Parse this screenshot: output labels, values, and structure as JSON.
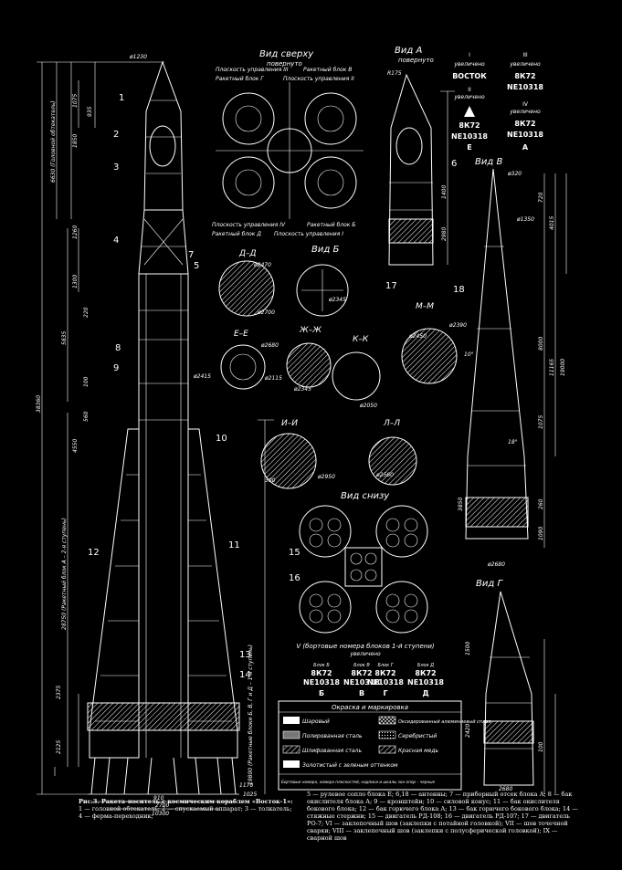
{
  "views": {
    "top": {
      "title": "Вид сверху",
      "sub": "повернуто"
    },
    "a": {
      "title": "Вид А",
      "sub": "повернуто"
    },
    "b": "Вид Б",
    "v": "Вид В",
    "g": "Вид Г",
    "bottom": "Вид снизу"
  },
  "planes": {
    "p3": "Плоскость управления III",
    "blockV": "Ракетный блок В",
    "blockG": "Ракетный блок Г",
    "p2": "Плоскость управления II",
    "p4": "Плоскость управления IV",
    "blockB": "Ракетный блок Б",
    "blockD": "Ракетный блок Д",
    "p1": "Плоскость управления I"
  },
  "sections": {
    "dd": "Д–Д",
    "ee": "Е–Е",
    "zhzh": "Ж–Ж",
    "kk": "К–К",
    "mm": "М–М",
    "ii": "И–И",
    "ll": "Л–Л"
  },
  "marks_top": {
    "m1": {
      "head": "I",
      "sub": "увеличено",
      "text": "ВОСТОК"
    },
    "m2": {
      "head": "II",
      "sub": "увеличено",
      "l1": "8К72",
      "l2": "NE10318",
      "l3": "Е"
    },
    "m3": {
      "head": "III",
      "sub": "увеличено",
      "l1": "8К72",
      "l2": "NE10318"
    },
    "m4": {
      "head": "IV",
      "sub": "увеличено",
      "l1": "8К72",
      "l2": "NE10318",
      "l3": "А"
    }
  },
  "bottom_marks": {
    "caption": "V (бортовые номера блоков 1-й ступени)",
    "sub": "увеличено",
    "blocks": [
      {
        "label": "Блок Б",
        "code": "8К72",
        "num": "NE10318",
        "letter": "Б"
      },
      {
        "label": "Блок В",
        "code": "8К72",
        "num": "NE10318",
        "letter": "В"
      },
      {
        "label": "Блок Г",
        "code": "8К72",
        "num": "NE10318",
        "letter": "Г"
      },
      {
        "label": "Блок Д",
        "code": "8К72",
        "num": "NE10318",
        "letter": "Д"
      }
    ]
  },
  "legend": {
    "title": "Окраска и маркировка",
    "items": [
      {
        "label": "Шаровый",
        "pattern": "dense"
      },
      {
        "label": "Оксидированный алюминиевый сплав",
        "pattern": "cross"
      },
      {
        "label": "Полированная сталь",
        "pattern": "grey"
      },
      {
        "label": "Серебристый",
        "pattern": "dots"
      },
      {
        "label": "Шлифованная сталь",
        "pattern": "hatch"
      },
      {
        "label": "Красная медь",
        "pattern": "hatch2"
      },
      {
        "label": "Золотистый с зеленым оттенком",
        "pattern": "dense"
      }
    ],
    "note": "Бортовые номера, номера плоскостей, надписи и шкалы зон опор – черные"
  },
  "dims_left": {
    "d1230": "ø1230",
    "d1075": "1075",
    "d935": "935",
    "d1850": "1850",
    "d6630": "6630 (Головной обтекатель)",
    "d1260": "1260",
    "d1300": "1300",
    "d220": "220",
    "d5835": "5835",
    "d100": "100",
    "d560": "560",
    "d38360": "38360",
    "d4550": "4550",
    "d28750": "28750 (Ракетный блок А – 2-я ступень)",
    "d2375": "2375",
    "d2125": "2125",
    "d910": "910",
    "d2700": "2700",
    "d10300": "10300",
    "d19800": "19800 (Ракетные блоки Б, В, Г и Д – 1-я ступень)",
    "d1170": "1170",
    "d1025": "1025",
    "d2415": "ø2415"
  },
  "dims_right": {
    "d320": "ø320",
    "d1350": "ø1350",
    "d720": "720",
    "d4015": "4015",
    "d8000": "8000",
    "d11165": "11165",
    "d19000": "19000",
    "d1075": "1075",
    "d3850": "3850",
    "d260": "260",
    "d1090": "1090",
    "d2680": "ø2680",
    "d1500": "1500",
    "d2420": "2420",
    "d100": "100",
    "d2680b": "2680",
    "d1400": "1400",
    "d2980": "2980",
    "d175": "R175",
    "d18": "18°",
    "d10": "10°"
  },
  "dims_sections": {
    "d2470": "ø2470",
    "d2700": "ø2700",
    "d2345": "ø2345",
    "d2680": "ø2680",
    "d2345b": "ø2345",
    "d2450": "ø2450",
    "d2050": "ø2050",
    "d2390": "ø2390",
    "d2950": "ø2950",
    "d2560": "ø2560",
    "d2115": "ø2115",
    "r300": "300"
  },
  "numbers": [
    "1",
    "2",
    "3",
    "4",
    "5",
    "6",
    "7",
    "8",
    "9",
    "10",
    "11",
    "12",
    "13",
    "14",
    "15",
    "16",
    "17",
    "18"
  ],
  "caption": {
    "title": "Рис.3. Ракета-носитель с космическим кораблем «Восток-1»:",
    "left": "1 — головной обтекатель; 2 — спускаемый аппарат; 3 — толкатель; 4 — ферма-переходник;",
    "right": "5 — рулевое сопло блока Е; 6,18 — антенны; 7 — приборный отсек блока А; 8 — бак окислителя блока А; 9 — кронштейн; 10 — силовой конус; 11 — бак окислителя бокового блока; 12 — бак горючего блока А; 13 — бак горючего бокового блока; 14 — стяжные стержни; 15 — двигатель РД-108; 16 — двигатель РД-107; 17 — двигатель РО-7; VI — заклепочный шов (заклепки с потайной головкой); VII — шов точечной сварки; VIII — заклепочный шов (заклепки с полусферической головкой); IX — сварной шов"
  }
}
